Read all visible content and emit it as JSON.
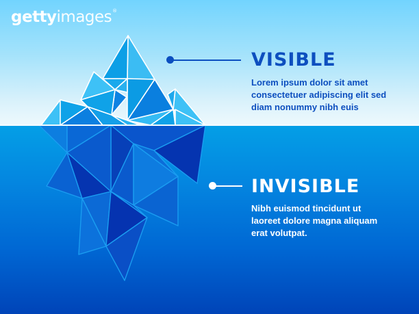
{
  "watermark": {
    "brand_bold": "getty",
    "brand_light": "images",
    "registered": "®"
  },
  "colors": {
    "sky_top": "#72d4fe",
    "sky_bottom": "#eef9fd",
    "sea_top": "#049fe6",
    "sea_bottom": "#0044b8",
    "visible_text": "#0d4fbf",
    "invisible_text": "#ffffff",
    "waterline": "#f3fbff"
  },
  "sections": {
    "visible": {
      "title": "VISIBLE",
      "lines": [
        "Lorem ipsum dolor sit amet",
        "consectetuer adipiscing elit sed",
        "diam nonummy nibh euis"
      ]
    },
    "invisible": {
      "title": "INVISIBLE",
      "lines": [
        "Nibh euismod tincidunt ut",
        "laoreet dolore magna aliquam",
        "erat volutpat."
      ]
    }
  }
}
